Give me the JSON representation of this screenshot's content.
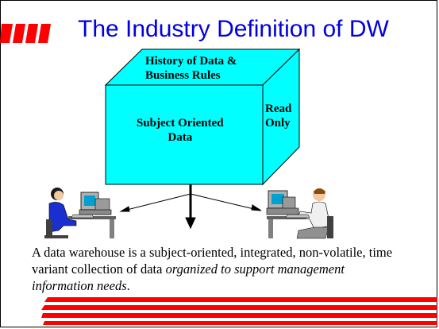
{
  "slide": {
    "title": "The Industry Definition of DW",
    "cube": {
      "top_line1": "History of Data &",
      "top_line2": "Business Rules",
      "front_line1": "Subject Oriented",
      "front_line2": "Data",
      "side_line1": "Read",
      "side_line2": "Only"
    },
    "caption_plain": "A data warehouse is a subject-oriented, integrated, non-volatile, time variant collection of data ",
    "caption_italic": "organized to support management information needs",
    "caption_end": "."
  },
  "colors": {
    "title": "#0000e0",
    "cube": "#00ffff",
    "accent_red": "#ff0000"
  },
  "icons": [
    "woman-at-computer-icon",
    "man-at-computer-icon"
  ]
}
